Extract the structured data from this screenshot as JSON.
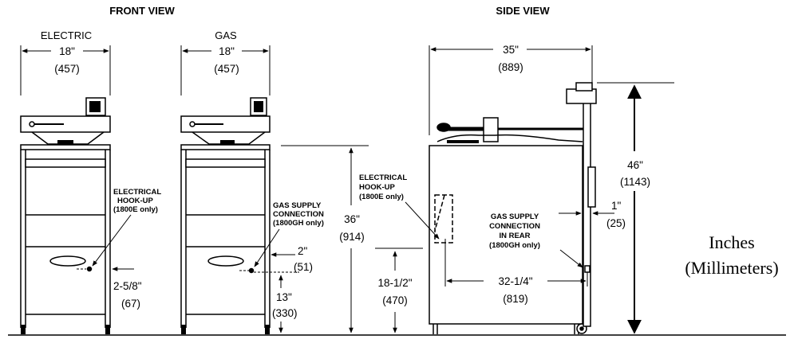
{
  "headers": {
    "front": "FRONT VIEW",
    "side": "SIDE VIEW"
  },
  "front": {
    "electric": {
      "label": "ELECTRIC",
      "width_in": "18\"",
      "width_mm": "(457)",
      "hookup": [
        "ELECTRICAL",
        "HOOK-UP",
        "(1800E only)"
      ],
      "offset_in": "2-5/8\"",
      "offset_mm": "(67)"
    },
    "gas": {
      "label": "GAS",
      "width_in": "18\"",
      "width_mm": "(457)",
      "supply": [
        "GAS SUPPLY",
        "CONNECTION",
        "(1800GH only)"
      ],
      "offset_in": "2\"",
      "offset_mm": "(51)",
      "height_in": "13\"",
      "height_mm": "(330)"
    },
    "height_in": "36\"",
    "height_mm": "(914)"
  },
  "side": {
    "depth_in": "35\"",
    "depth_mm": "(889)",
    "height_in": "46\"",
    "height_mm": "(1143)",
    "rear_in": "1\"",
    "rear_mm": "(25)",
    "conn_in": "32-1/4\"",
    "conn_mm": "(819)",
    "elec_h_in": "18-1/2\"",
    "elec_h_mm": "(470)",
    "hookup": [
      "ELECTRICAL",
      "HOOK-UP",
      "(1800E only)"
    ],
    "gas": [
      "GAS SUPPLY",
      "CONNECTION",
      "IN REAR",
      "(1800GH only)"
    ]
  },
  "units": {
    "line1": "Inches",
    "line2": "(Millimeters)"
  }
}
